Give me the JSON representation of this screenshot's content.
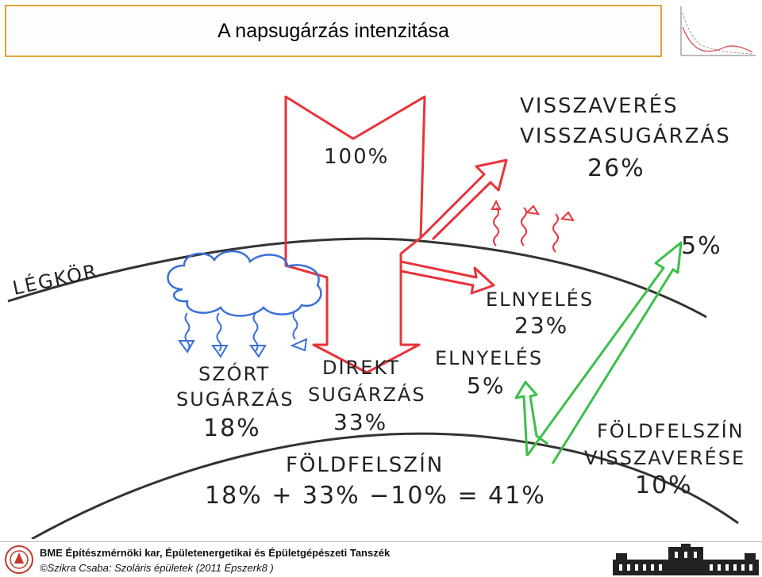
{
  "header": {
    "title": "A napsugárzás intenzitása"
  },
  "diagram": {
    "incoming": "100%",
    "reflection_line1": "VISSZAVERÉS",
    "reflection_line2": "VISSZASUGÁRZÁS",
    "reflection_value": "26%",
    "atmosphere_label": "LÉGKÖR",
    "absorption_atm_label": "ELNYELÉS",
    "absorption_atm_value": "23%",
    "absorption_ground_label": "ELNYELÉS",
    "absorption_ground_value": "5%",
    "ground_escape_value": "5%",
    "diffuse_line1": "SZÓRT",
    "diffuse_line2": "SUGÁRZÁS",
    "diffuse_value": "18%",
    "direct_line1": "DIREKT",
    "direct_line2": "SUGÁRZÁS",
    "direct_value": "33%",
    "ground_reflect_line1": "FÖLDFELSZÍN",
    "ground_reflect_line2": "VISSZAVERÉSE",
    "ground_reflect_value": "10%",
    "surface_label": "FÖLDFELSZÍN",
    "surface_equation": "18% + 33% −10% = 41%"
  },
  "colors": {
    "solar": "#e8333a",
    "diffuse": "#3a6fd8",
    "ground": "#3cbf4a",
    "title_border": "#e8a13a",
    "ink": "#222222"
  },
  "footer": {
    "line1": "BME Építészmérnöki kar, Épületenergetikai és Épületgépészeti Tanszék",
    "line2": "©Szikra Csaba: Szoláris épületek  (2011 Épszerk8 )"
  }
}
